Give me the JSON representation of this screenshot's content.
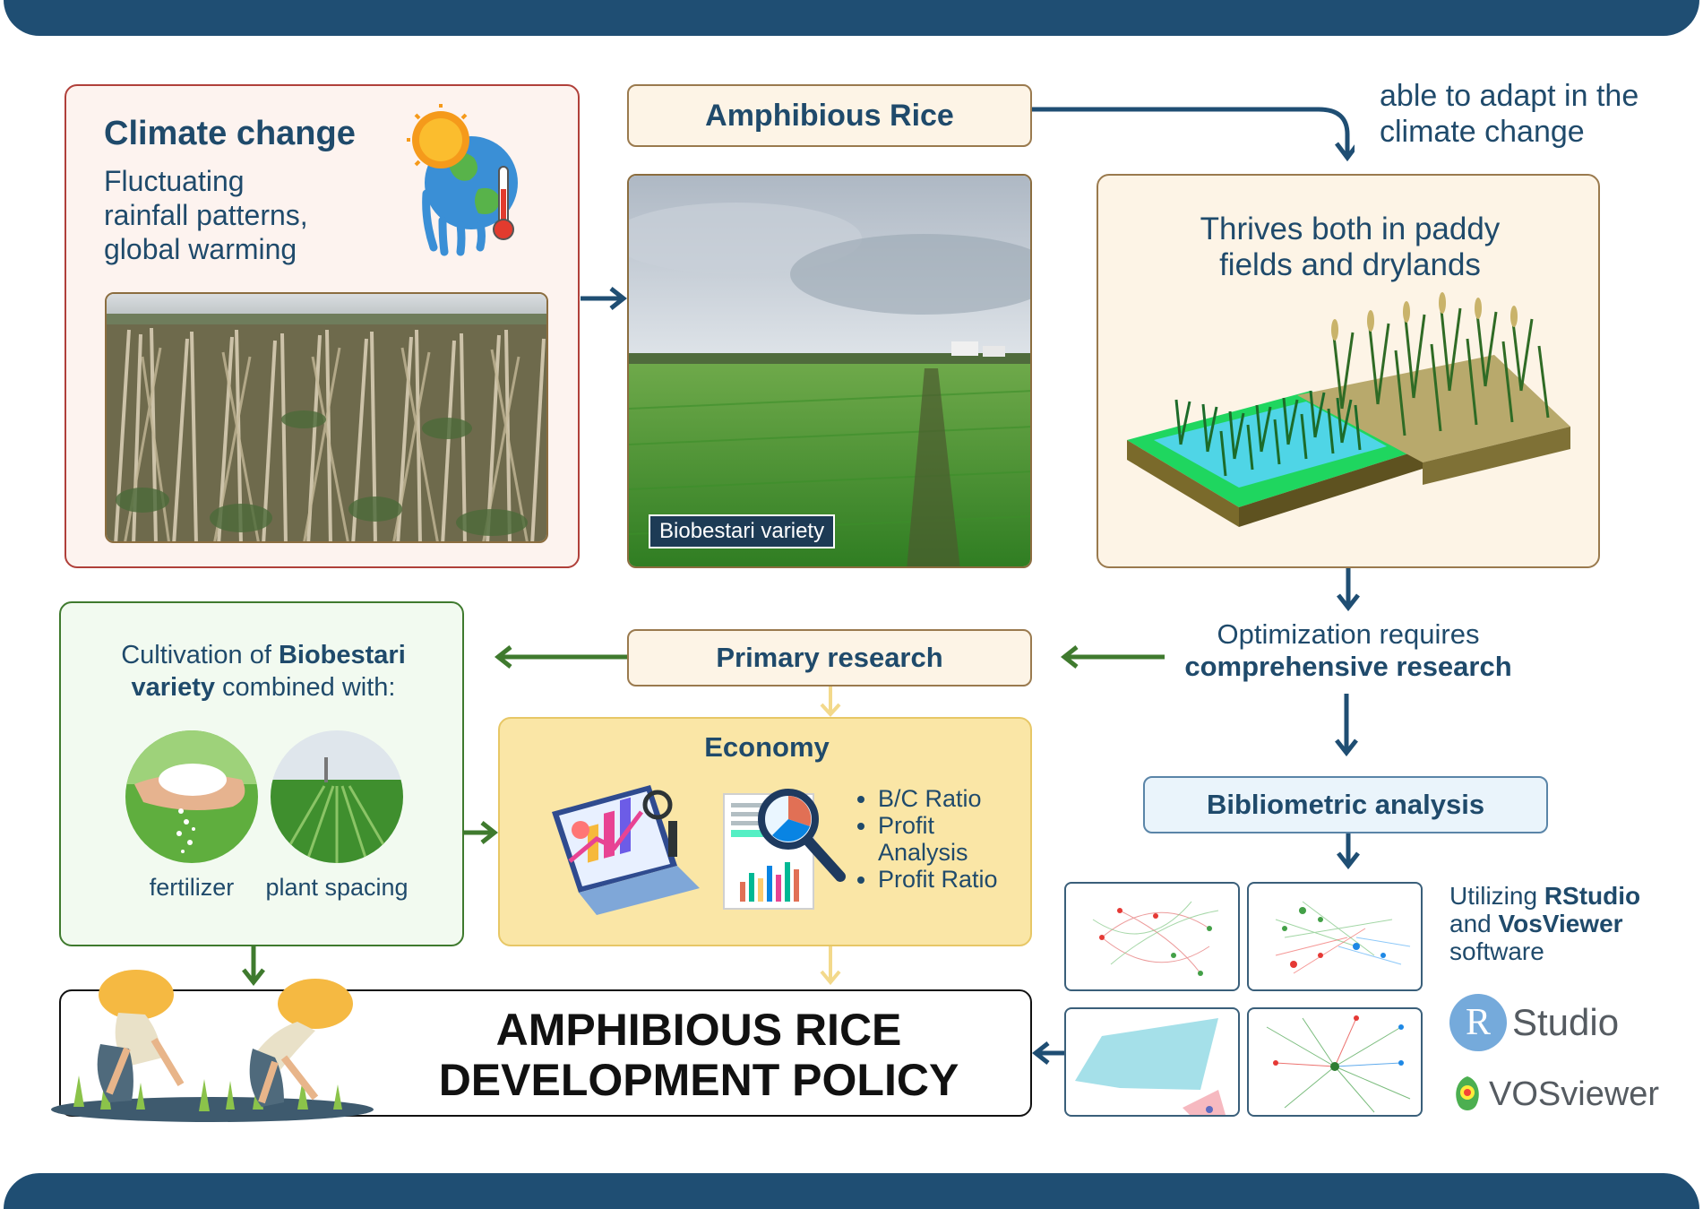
{
  "climate": {
    "title": "Climate change",
    "line1": "Fluctuating",
    "line2": "rainfall patterns,",
    "line3": "global warming"
  },
  "amphibious": {
    "title": "Amphibious Rice",
    "adapt_line1": "able to adapt in the",
    "adapt_line2": "climate change"
  },
  "photo": {
    "label": "Biobestari variety"
  },
  "thrives": {
    "line1": "Thrives both in paddy",
    "line2": "fields and drylands"
  },
  "optimization": {
    "line1": "Optimization requires",
    "line2": "comprehensive research"
  },
  "primary": {
    "title": "Primary research"
  },
  "cultivation": {
    "pre": "Cultivation of ",
    "bold1": "Biobestari",
    "bold2": "variety",
    "post": " combined with:",
    "item1": "fertilizer",
    "item2": "plant spacing"
  },
  "economy": {
    "title": "Economy",
    "bullets": [
      "B/C Ratio",
      "Profit",
      "Analysis",
      "Profit Ratio"
    ]
  },
  "biblio": {
    "title": "Bibliometric analysis"
  },
  "software": {
    "pre": "Utilizing ",
    "rstudio": "RStudio",
    "and": "and ",
    "vos": "VosViewer",
    "post": "software",
    "logo_r": "R",
    "logo_rstudio": "Studio",
    "logo_vos": "VOSviewer"
  },
  "policy": {
    "line1": "AMPHIBIOUS RICE",
    "line2": "DEVELOPMENT POLICY"
  },
  "colors": {
    "navy": "#1f4e73",
    "green": "#3f7a2e",
    "cream": "#fdf4e6",
    "yellow": "#fae6a6"
  }
}
